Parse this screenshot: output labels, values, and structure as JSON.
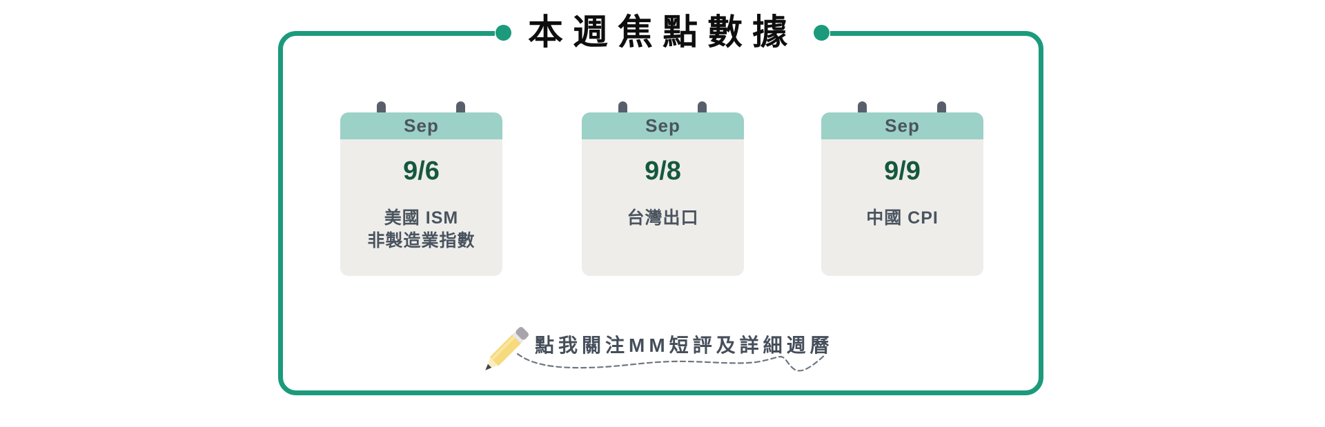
{
  "page": {
    "title": "本週焦點數據"
  },
  "colors": {
    "accent_green": "#1C9A7C",
    "header_teal": "#9CD1C7",
    "date_green": "#15583F",
    "text_dark": "#4A545F",
    "card_body_gray": "#EEEDEA",
    "pin_gray": "#575F6B",
    "pencil_yellow": "#F7D97E",
    "squiggle_gray": "#6F7680"
  },
  "calendars": [
    {
      "month": "Sep",
      "date": "9/6",
      "event": "美國 ISM\n非製造業指數"
    },
    {
      "month": "Sep",
      "date": "9/8",
      "event": "台灣出口"
    },
    {
      "month": "Sep",
      "date": "9/9",
      "event": "中國 CPI"
    }
  ],
  "footer": {
    "note": "點我關注MM短評及詳細週曆",
    "icon": "pencil-icon"
  }
}
